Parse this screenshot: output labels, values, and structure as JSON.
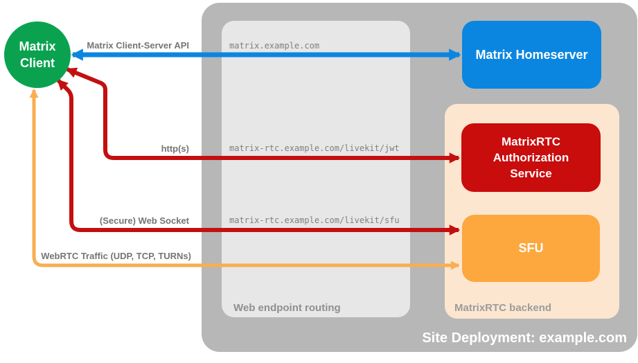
{
  "client": {
    "line1": "Matrix",
    "line2": "Client"
  },
  "nodes": {
    "homeserver_label": "Matrix Homeserver",
    "auth_label": "MatrixRTC Authorization Service",
    "sfu_label": "SFU"
  },
  "containers": {
    "site_label": "Site Deployment: example.com",
    "routing_label": "Web endpoint routing",
    "backend_label": "MatrixRTC backend"
  },
  "connections": [
    {
      "label": "Matrix Client-Server API",
      "endpoint": "matrix.example.com"
    },
    {
      "label": "http(s)",
      "endpoint": "matrix-rtc.example.com/livekit/jwt"
    },
    {
      "label": "(Secure) Web Socket",
      "endpoint": "matrix-rtc.example.com/livekit/sfu"
    },
    {
      "label": "WebRTC Traffic (UDP, TCP, TURNs)"
    }
  ],
  "colors": {
    "client_green": "#0aa24f",
    "homeserver_blue": "#0b86e0",
    "auth_red": "#c90c0c",
    "sfu_orange": "#fca83e",
    "backend_peach": "#fce6d0",
    "routing_gray": "#e7e7e7",
    "site_gray": "#b7b7b7",
    "arrow_blue": "#0b86e0",
    "arrow_red": "#c40f0f",
    "arrow_orange": "#f8ae52"
  }
}
